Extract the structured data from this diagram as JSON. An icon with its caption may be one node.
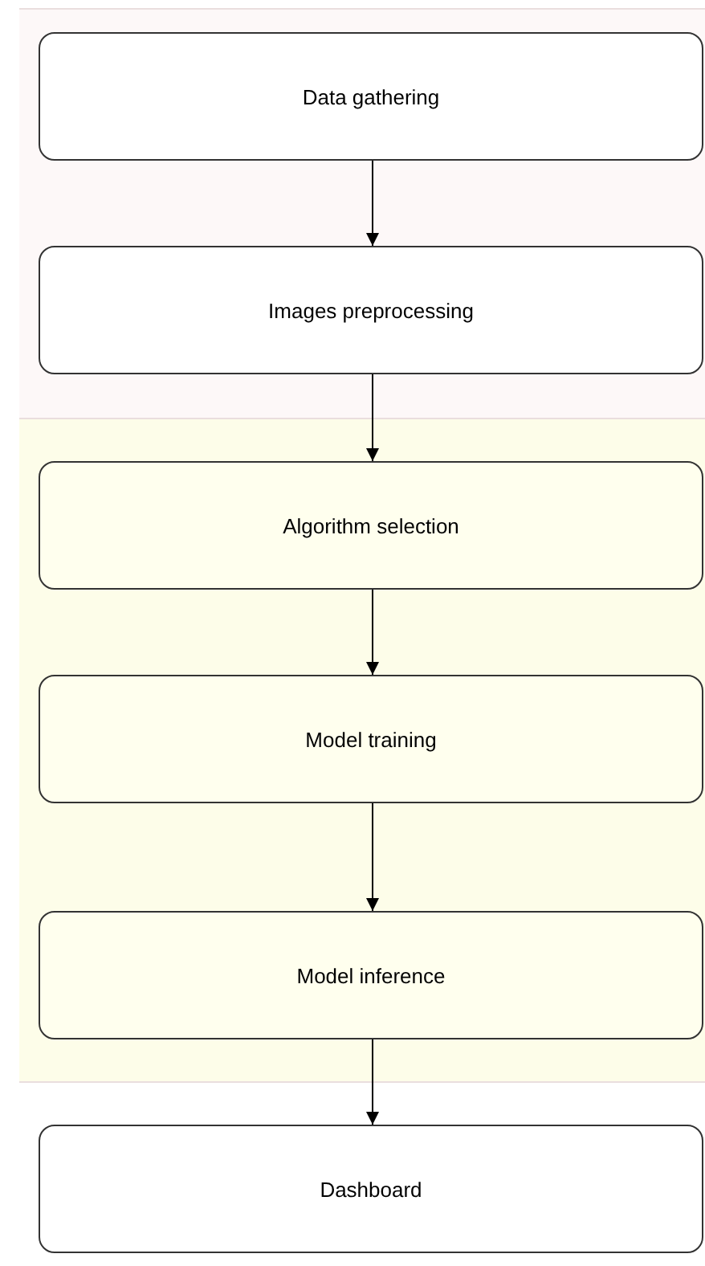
{
  "diagram": {
    "nodes": [
      {
        "text": [
          "Data gathering"
        ]
      },
      {
        "text": [
          "Images preprocessing"
        ]
      },
      {
        "text": [
          "Algorithm selection"
        ]
      },
      {
        "text": [
          "Model training"
        ]
      },
      {
        "text": [
          "Model inference"
        ]
      },
      {
        "text": [
          "Dashboard"
        ]
      }
    ],
    "edges": [
      {
        "from": 0,
        "to": 1,
        "arrow": "to"
      },
      {
        "from": 1,
        "to": 2,
        "arrow": "to"
      },
      {
        "from": 2,
        "to": 3,
        "arrow": "to"
      },
      {
        "from": 3,
        "to": 4,
        "arrow": "to"
      },
      {
        "from": 4,
        "to": 5,
        "arrow": "to"
      }
    ]
  }
}
